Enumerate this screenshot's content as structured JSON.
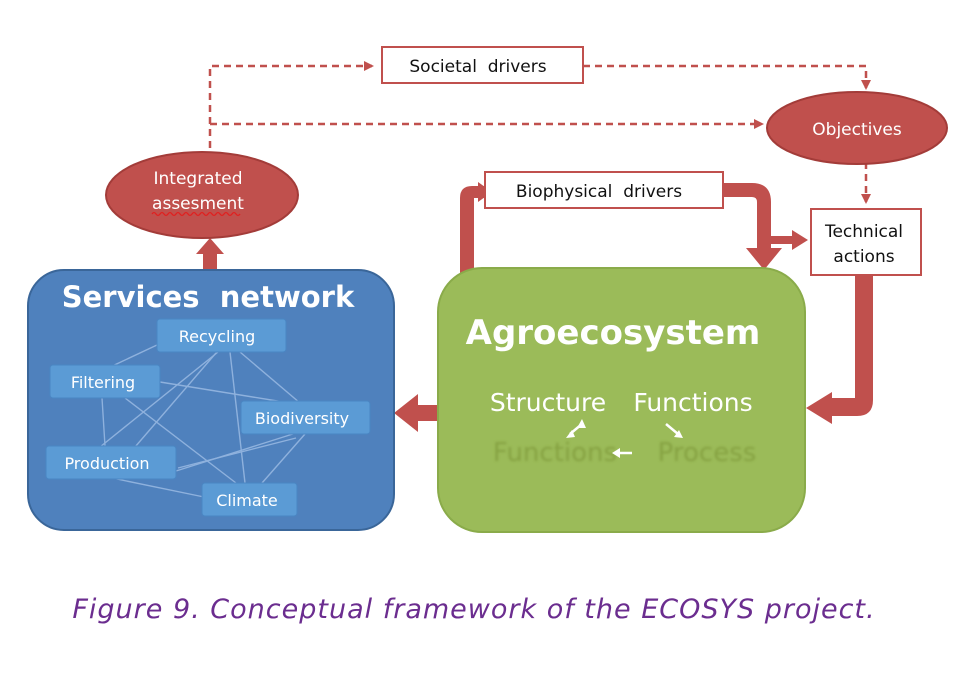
{
  "colors": {
    "arrow": "#c0504d",
    "ellipse_fill": "#c0504d",
    "services_fill": "#4f81bd",
    "pill_fill": "#5b9bd5",
    "agro_fill": "#9bbb59",
    "caption": "#6b2d8f"
  },
  "boxes": {
    "societal_drivers": "Societal  drivers",
    "biophysical_drivers": "Biophysical  drivers",
    "technical_actions_line1": "Technical",
    "technical_actions_line2": "actions"
  },
  "ellipses": {
    "objectives": "Objectives",
    "integrated_line1": "Integrated",
    "integrated_line2": "assesment"
  },
  "services": {
    "title": "Services  network",
    "nodes": {
      "recycling": "Recycling",
      "filtering": "Filtering",
      "biodiversity": "Biodiversity",
      "production": "Production",
      "climate": "Climate"
    }
  },
  "agroecosystem": {
    "title": "Agroecosystem",
    "structure": "Structure",
    "functions": "Functions",
    "functions_faded": "Functions",
    "process_faded": "Process"
  },
  "caption": "Figure 9. Conceptual framework of the ECOSYS project."
}
